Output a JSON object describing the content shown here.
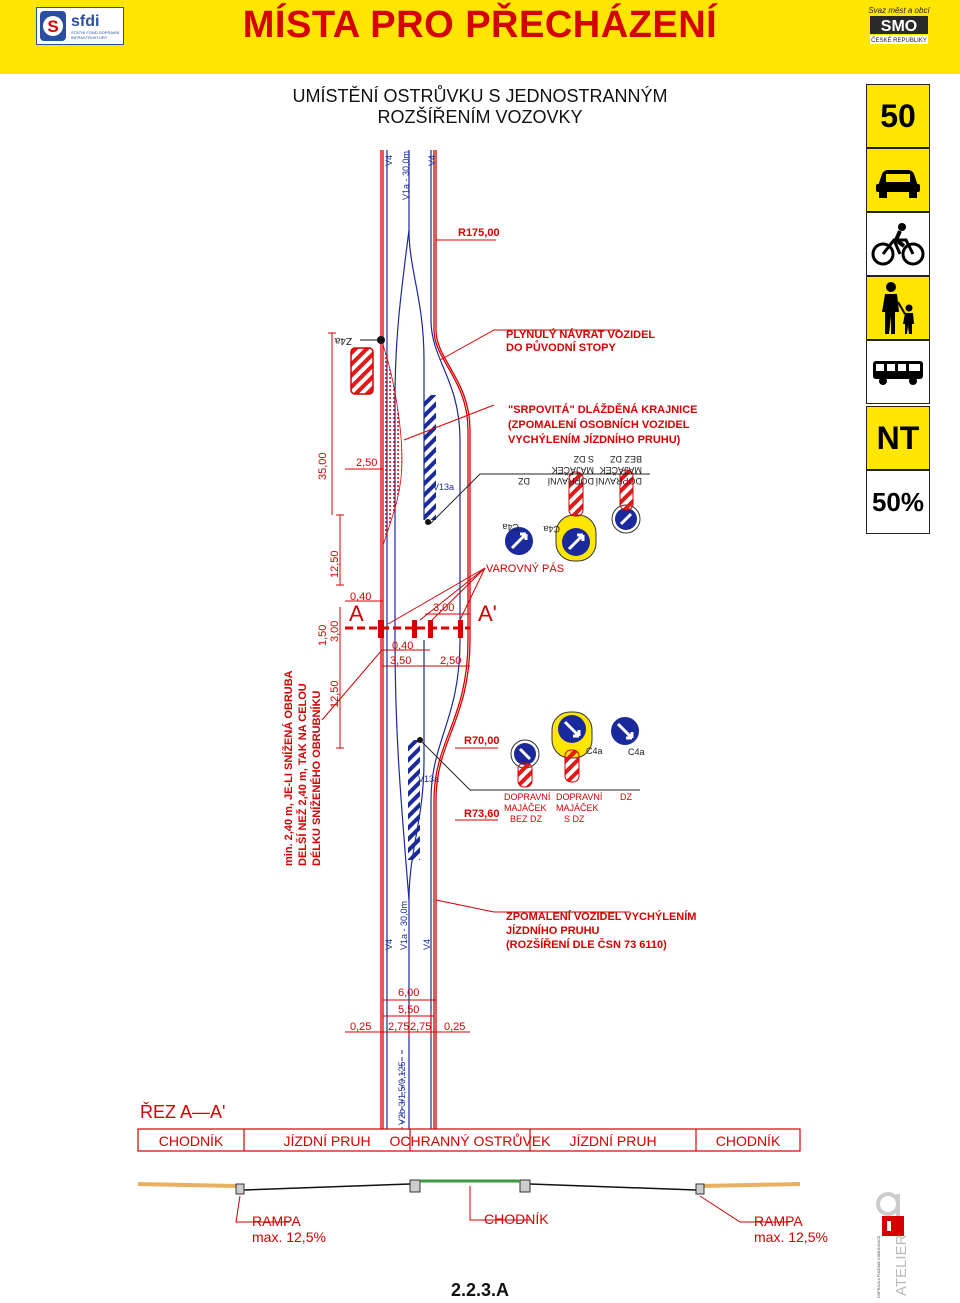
{
  "header": {
    "title": "MÍSTA PRO PŘECHÁZENÍ",
    "logo_left": {
      "name": "sfdi",
      "line1": "STÁTNÍ FOND DOPRAVNÍ",
      "line2": "INFRASTRUKTURY"
    },
    "logo_right": {
      "tagline": "Svaz měst a obcí",
      "name": "SMO",
      "line2": "ČESKÉ REPUBLIKY"
    }
  },
  "subtitle": {
    "line1": "UMÍSTĚNÍ OSTRŮVKU S JEDNOSTRANNÝM",
    "line2": "ROZŠÍŘENÍM VOZOVKY"
  },
  "side_panel": {
    "speed": "50",
    "icons": [
      "car-icon",
      "cyclist-icon",
      "pedestrian-icon",
      "bus-icon"
    ],
    "nt": "NT",
    "percent": "50%"
  },
  "plan": {
    "markings": {
      "v4": "V4",
      "v1a": "V1a - 30,0m",
      "v1a_b": "V1a - 30,0m",
      "v13a": "V13a",
      "v2b": "V2b 3/1,5/0,125"
    },
    "radii": {
      "r175": "R175,00",
      "r70": "R70,00",
      "r73": "R73,60"
    },
    "notes": {
      "return_1": "PLYNULÝ NÁVRAT VOZIDEL",
      "return_2": "DO PŮVODNÍ STOPY",
      "srp_1": "\"SRPOVITÁ\" DLÁŽDĚNÁ KRAJNICE",
      "srp_2": "(ZPOMALENÍ OSOBNÍCH VOZIDEL",
      "srp_3": "VYCHÝLENÍM JÍZDNÍHO PRUHU)",
      "warning_strip": "VAROVNÝ PÁS",
      "slow_1": "ZPOMALENÍ VOZIDEL VYCHÝLENÍM",
      "slow_2": "JÍZDNÍHO PRUHU",
      "slow_3": "(ROZŠÍŘENÍ DLE ČSN 73 6110)",
      "curb_1": "min. 2,40 m, JE-LI SNÍŽENÁ OBRUBA",
      "curb_2": "DELŠÍ NEŽ 2,40 m, TAK NA CELOU",
      "curb_3": "DÉLKU SNÍŽENÉHO OBRUBNÍKU"
    },
    "signs": {
      "c4a": "C4a",
      "z4a": "Z4a",
      "dz": "DZ",
      "beacon_no_dz_1": "DOPRAVNÍ",
      "beacon_no_dz_2": "MAJÁČEK",
      "beacon_no_dz_3": "BEZ DZ",
      "beacon_dz_1": "DOPRAVNÍ",
      "beacon_dz_2": "MAJÁČEK",
      "beacon_dz_3": "S DZ"
    },
    "section_marks": {
      "a": "A",
      "a_prime": "A'"
    },
    "dims": {
      "d35": "35,00",
      "d1250a": "12,50",
      "d150": "1,50",
      "d1250b": "12,50",
      "d250": "2,50",
      "d040a": "0,40",
      "d300a": "3,00",
      "d300b": "3,00",
      "d040b": "0,40",
      "d350": "3,50",
      "d250b": "2,50",
      "d600": "6,00",
      "d550": "5,50",
      "d025a": "0,25",
      "d275a": "2,75",
      "d275b": "2,75",
      "d025b": "0,25"
    }
  },
  "section": {
    "title": "ŘEZ A—A'",
    "labels": [
      "CHODNÍK",
      "JÍZDNÍ PRUH",
      "OCHRANNÝ OSTRŮVEK",
      "JÍZDNÍ PRUH",
      "CHODNÍK"
    ],
    "ramp_left_1": "RAMPA",
    "ramp_left_2": "max. 12,5%",
    "sidewalk": "CHODNÍK",
    "ramp_right_1": "RAMPA",
    "ramp_right_2": "max. 12,5%"
  },
  "footer": {
    "code": "2.2.3.A",
    "atelier": "ATELIER",
    "atelier_sub": "DOPRAVA A POZEMNÍ KOMUNIKACE"
  },
  "colors": {
    "yellow": "#ffe600",
    "red": "#d50000",
    "blue": "#1a2a9c",
    "beacon_red": "#e01919"
  }
}
